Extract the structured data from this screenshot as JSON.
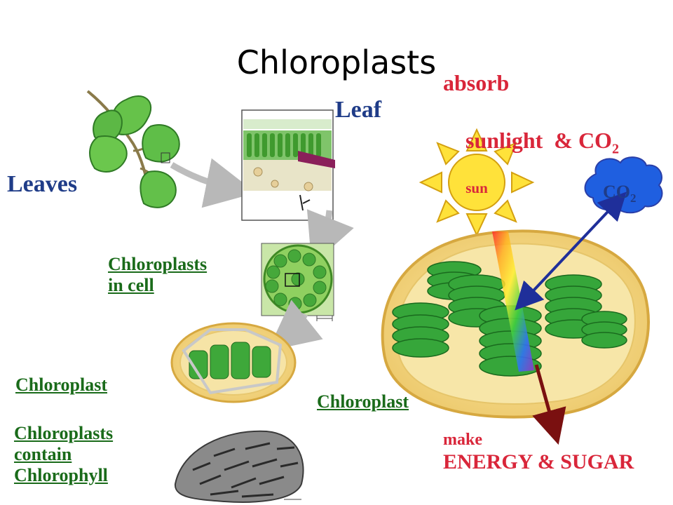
{
  "title": "Chloroplasts",
  "labels": {
    "leaves": "Leaves",
    "leaf": "Leaf",
    "chloroplasts_in_cell_line1": "Chloroplasts",
    "chloroplasts_in_cell_line2": "in cell",
    "chloroplast_small": "Chloroplast",
    "chloroplast_large": "Chloroplast",
    "contain_line1": "Chloroplasts",
    "contain_line2": "contain",
    "contain_line3": "Chlorophyll",
    "absorb": "absorb",
    "sunlight_prefix": "sunlight  & CO",
    "sunlight_sub": "2",
    "sun": "sun",
    "co2_prefix": "CO",
    "co2_sub": "2",
    "make": "make",
    "energy_sugar": "ENERGY & SUGAR"
  },
  "colors": {
    "navy": "#1f3c88",
    "green_text": "#1a6b1a",
    "red_text": "#d9263a",
    "sun_fill": "#ffe23a",
    "cloud_fill": "#1f5fe0",
    "grana": "#35a63a",
    "envelope": "#f3d27a"
  }
}
